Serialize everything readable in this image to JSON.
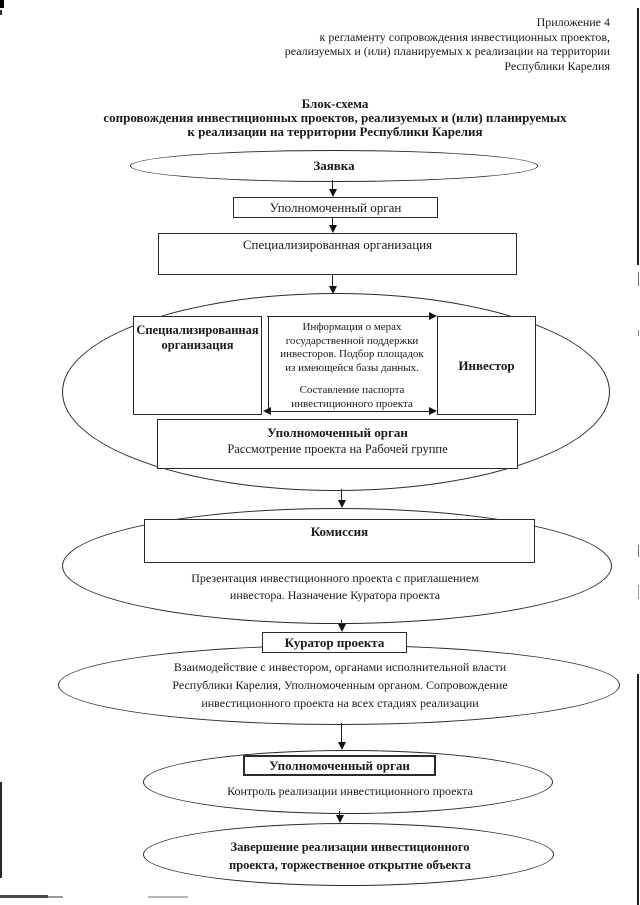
{
  "document": {
    "annex_note": {
      "line1": "Приложение 4",
      "line2": "к регламенту сопровождения инвестиционных проектов,",
      "line3": "реализуемых и (или) планируемых к реализации на территории",
      "line4": "Республики Карелия"
    },
    "title": {
      "line1": "Блок-схема",
      "line2": "сопровождения инвестиционных проектов, реализуемых и (или) планируемых",
      "line3": "к реализации на территории Республики Карелия"
    }
  },
  "flowchart": {
    "application": {
      "label": "Заявка"
    },
    "authorized_body_first": {
      "label": "Уполномоченный орган"
    },
    "specialized_org_wide": {
      "label": "Специализированная организация"
    },
    "support_stage": {
      "specialized_org": {
        "line1": "Специализированная",
        "line2": "организация"
      },
      "investor": {
        "label": "Инвестор"
      },
      "info": {
        "line1": "Информация о мерах",
        "line2": "государственной поддержки",
        "line3": "инвесторов. Подбор площадок",
        "line4": "из имеющейся базы данных.",
        "line5": "Составление паспорта",
        "line6": "инвестиционного проекта"
      },
      "authorized_body": {
        "title": "Уполномоченный орган",
        "subtitle": "Рассмотрение проекта на Рабочей группе"
      }
    },
    "commission_stage": {
      "commission": {
        "label": "Комиссия"
      },
      "desc_line1": "Презентация инвестиционного проекта с приглашением",
      "desc_line2": "инвестора. Назначение Куратора проекта"
    },
    "curator_stage": {
      "curator": {
        "label": "Куратор проекта"
      },
      "desc_line1": "Взаимодействие с инвестором, органами исполнительной власти",
      "desc_line2": "Республики Карелия, Уполномоченным органом. Сопровождение",
      "desc_line3": "инвестиционного проекта на всех стадиях реализации"
    },
    "control_stage": {
      "authorized_body": {
        "label": "Уполномоченный орган"
      },
      "desc": "Контроль реализации инвестиционного проекта"
    },
    "completion_stage": {
      "line1": "Завершение реализации инвестиционного",
      "line2": "проекта, торжественное открытие объекта"
    }
  },
  "colors": {
    "ink": "#1a1a1a",
    "line": "#2b2b2b",
    "paper": "#ffffff"
  }
}
